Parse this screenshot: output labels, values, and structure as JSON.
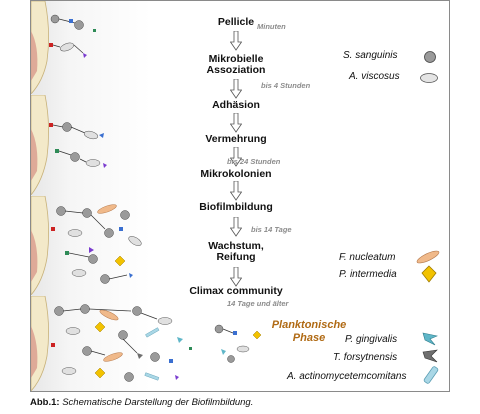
{
  "stages": [
    {
      "label": "Pellicle"
    },
    {
      "label": "Mikrobielle"
    },
    {
      "label": "Assoziation"
    },
    {
      "label": "Adhäsion"
    },
    {
      "label": "Vermehrung"
    },
    {
      "label": "Mikrokolonien"
    },
    {
      "label": "Biofilmbildung"
    },
    {
      "label": "Wachstum,"
    },
    {
      "label": "Reifung"
    },
    {
      "label": "Climax community"
    }
  ],
  "time_labels": [
    "Minuten",
    "bis 4 Stunden",
    "bis 24 Stunden",
    "bis 14 Tage",
    "14 Tage und älter"
  ],
  "planktonic_line1": "Planktonische",
  "planktonic_line2": "Phase",
  "legend": [
    {
      "name": "S. sanguinis",
      "icon": "gray-circle",
      "color": "#9a9a9a"
    },
    {
      "name": "A. viscosus",
      "icon": "light-oval",
      "color": "#d9d9d9"
    },
    {
      "name": "F. nucleatum",
      "icon": "orange-spindle",
      "color": "#f0b98a"
    },
    {
      "name": "P. intermedia",
      "icon": "yellow-diamond",
      "color": "#f2c200"
    },
    {
      "name": "P. gingivalis",
      "icon": "cyan-chevron",
      "color": "#5fb6c8"
    },
    {
      "name": "T. forsytnensis",
      "icon": "gray-chevron",
      "color": "#6e6e6e"
    },
    {
      "name": "A. actinomycetemcomitans",
      "icon": "blue-rod",
      "color": "#a9d7e6"
    }
  ],
  "caption": {
    "label": "Abb.1:",
    "text": "Schematische Darstellung der Biofilmbildung."
  }
}
